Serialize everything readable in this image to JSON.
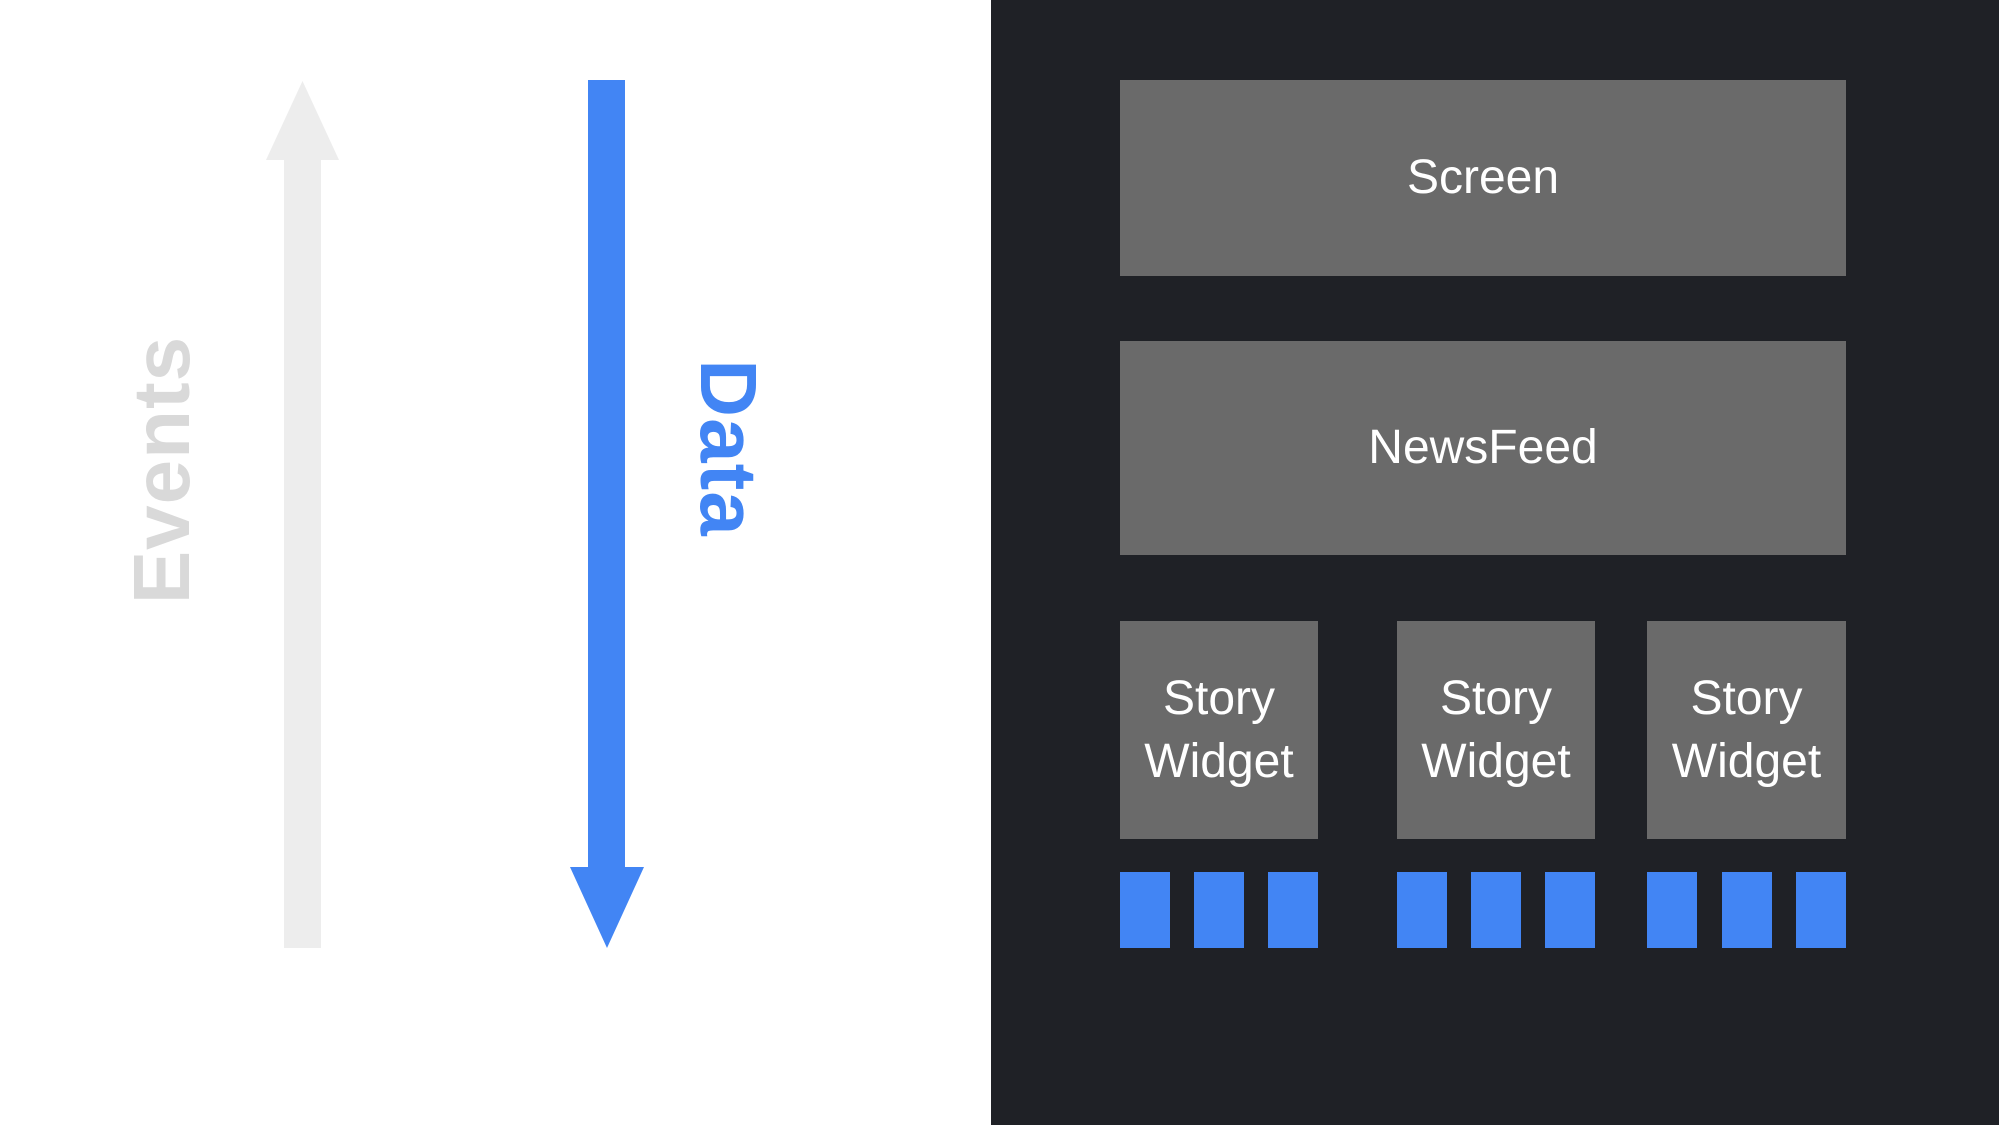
{
  "colors": {
    "canvas-bg": "#ffffff",
    "panel-bg": "#1f2126",
    "box-gray": "#6a6a6a",
    "box-text": "#ffffff",
    "accent-blue": "#4285f4",
    "arrow-gray": "#ededed",
    "events-text": "#d9d9d9"
  },
  "left_pane": {
    "events_label": "Events",
    "data_label": "Data",
    "events_arrow_icon": "up-arrow",
    "data_arrow_icon": "down-arrow"
  },
  "panel": {
    "screen_label": "Screen",
    "newsfeed_label": "NewsFeed",
    "story_widgets": [
      {
        "label": "Story Widget",
        "square_count": 3
      },
      {
        "label": "Story Widget",
        "square_count": 3
      },
      {
        "label": "Story Widget",
        "square_count": 3
      }
    ]
  }
}
